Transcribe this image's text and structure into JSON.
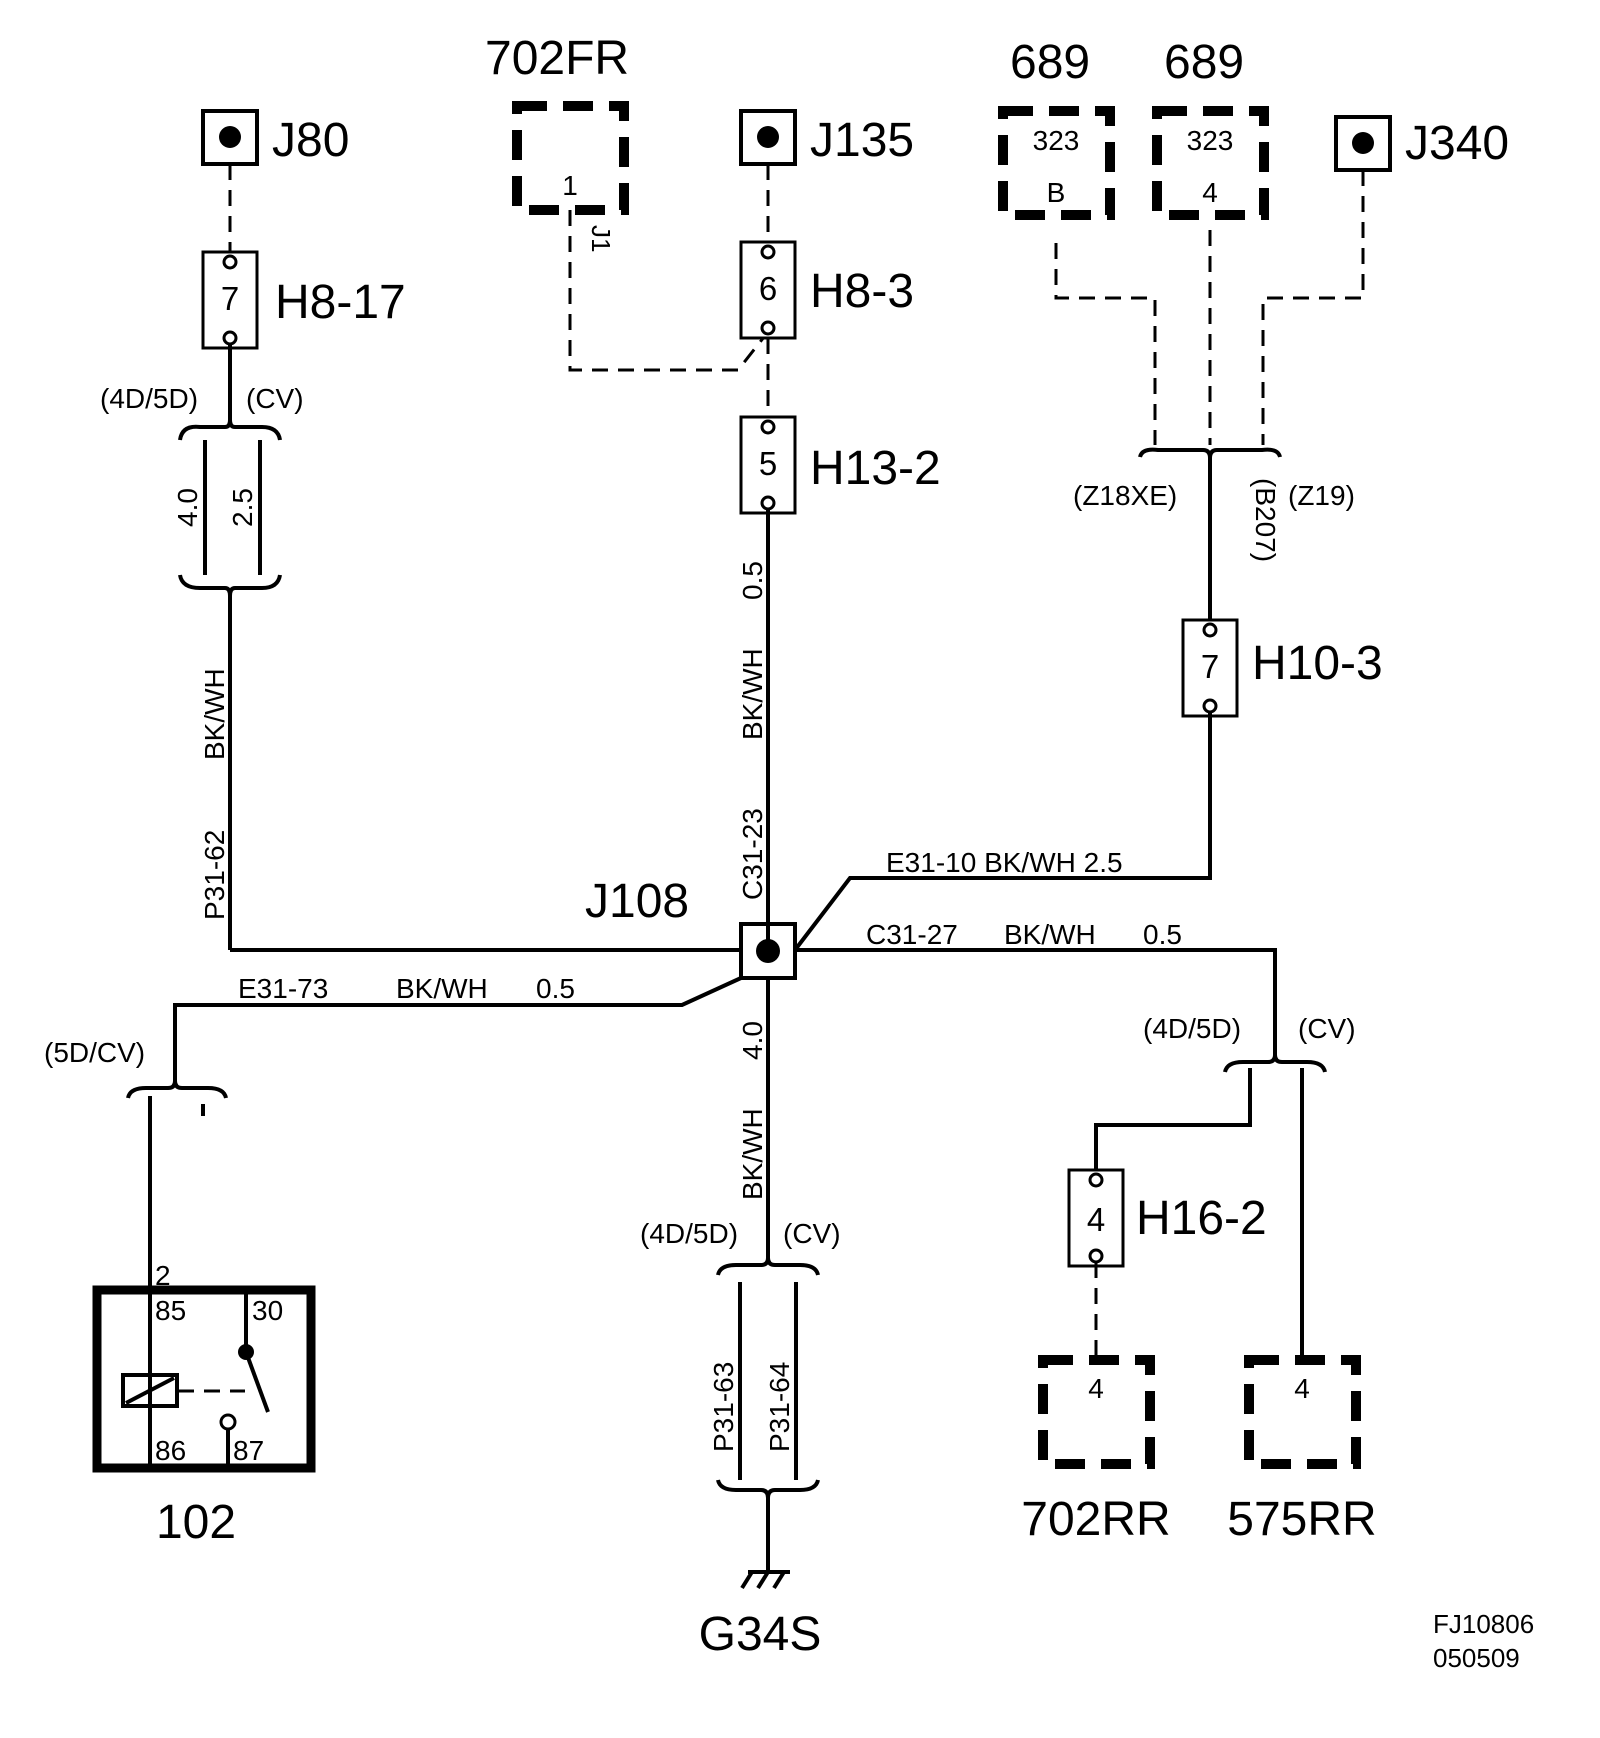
{
  "components": {
    "j80": "J80",
    "j135": "J135",
    "j340": "J340",
    "j108": "J108",
    "c702fr": "702FR",
    "c702fr_pin": "1",
    "j1": "J1",
    "c689a": "689",
    "c689a_top": "323",
    "c689a_bot": "B",
    "c689b": "689",
    "c689b_top": "323",
    "c689b_bot": "4",
    "relay": "102",
    "ground": "G34S",
    "c702rr": "702RR",
    "c702rr_pin": "4",
    "c575rr": "575RR",
    "c575rr_pin": "4"
  },
  "connectors": {
    "h8_17": "H8-17",
    "h8_17_pin": "7",
    "h8_3": "H8-3",
    "h8_3_pin": "6",
    "h13_2": "H13-2",
    "h13_2_pin": "5",
    "h10_3": "H10-3",
    "h10_3_pin": "7",
    "h16_2": "H16-2",
    "h16_2_pin": "4"
  },
  "variants": {
    "v4d5d_a": "(4D/5D)",
    "cv_a": "(CV)",
    "z18xe": "(Z18XE)",
    "z19": "(Z19)",
    "b207": "(B207)",
    "v4d5d_b": "(4D/5D)",
    "cv_b": "(CV)",
    "v5dcv": "(5D/CV)",
    "v4d5d_c": "(4D/5D)",
    "cv_c": "(CV)"
  },
  "wires": {
    "size_40_a": "4.0",
    "size_25_a": "2.5",
    "bkwh_left": "BK/WH",
    "p31_62": "P31-62",
    "size_05_mid": "0.5",
    "bkwh_mid": "BK/WH",
    "c31_23": "C31-23",
    "e31_10": "E31-10  BK/WH  2.5",
    "c31_27": "C31-27",
    "bkwh_c3127": "BK/WH",
    "size_c3127": "0.5",
    "e31_73": "E31-73",
    "bkwh_e3173": "BK/WH",
    "size_e3173": "0.5",
    "size_40_low": "4.0",
    "bkwh_low": "BK/WH",
    "p31_63": "P31-63",
    "p31_64": "P31-64"
  },
  "relay_pins": {
    "p2": "2",
    "p85": "85",
    "p30": "30",
    "p86": "86",
    "p87": "87"
  },
  "doc_ref": {
    "line1": "FJ10806",
    "line2": "050509"
  }
}
